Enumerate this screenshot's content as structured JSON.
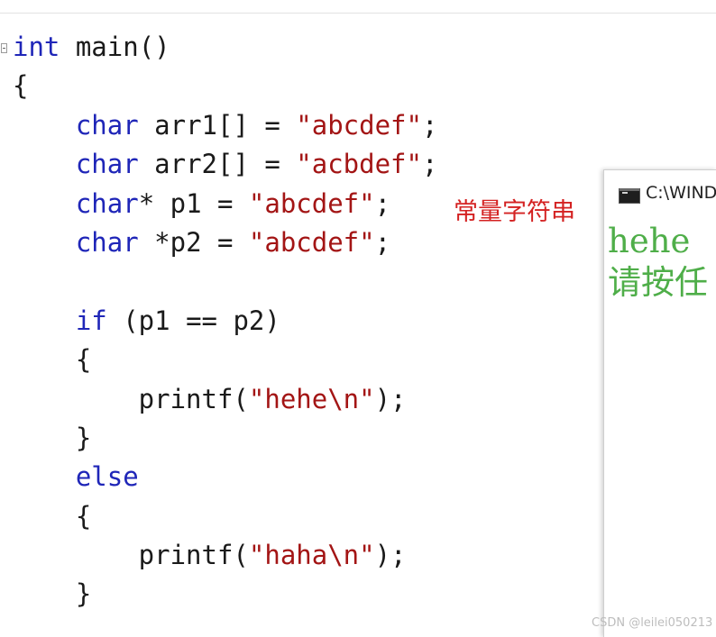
{
  "code": {
    "lines": [
      [
        {
          "t": "int",
          "c": "kw"
        },
        {
          "t": " main()",
          "c": ""
        }
      ],
      [
        {
          "t": "{",
          "c": ""
        }
      ],
      [
        {
          "t": "    ",
          "c": ""
        },
        {
          "t": "char",
          "c": "kw"
        },
        {
          "t": " arr1[] = ",
          "c": ""
        },
        {
          "t": "\"abcdef\"",
          "c": "str"
        },
        {
          "t": ";",
          "c": ""
        }
      ],
      [
        {
          "t": "    ",
          "c": ""
        },
        {
          "t": "char",
          "c": "kw"
        },
        {
          "t": " arr2[] = ",
          "c": ""
        },
        {
          "t": "\"acbdef\"",
          "c": "str"
        },
        {
          "t": ";",
          "c": ""
        }
      ],
      [
        {
          "t": "    ",
          "c": ""
        },
        {
          "t": "char",
          "c": "kw"
        },
        {
          "t": "* p1 = ",
          "c": ""
        },
        {
          "t": "\"abcdef\"",
          "c": "str"
        },
        {
          "t": ";",
          "c": ""
        }
      ],
      [
        {
          "t": "    ",
          "c": ""
        },
        {
          "t": "char",
          "c": "kw"
        },
        {
          "t": " *p2 = ",
          "c": ""
        },
        {
          "t": "\"abcdef\"",
          "c": "str"
        },
        {
          "t": ";",
          "c": ""
        }
      ],
      [
        {
          "t": "",
          "c": ""
        }
      ],
      [
        {
          "t": "    ",
          "c": ""
        },
        {
          "t": "if",
          "c": "kw"
        },
        {
          "t": " (p1 == p2)",
          "c": ""
        }
      ],
      [
        {
          "t": "    {",
          "c": ""
        }
      ],
      [
        {
          "t": "        printf(",
          "c": ""
        },
        {
          "t": "\"hehe\\n\"",
          "c": "str"
        },
        {
          "t": ");",
          "c": ""
        }
      ],
      [
        {
          "t": "    }",
          "c": ""
        }
      ],
      [
        {
          "t": "    ",
          "c": ""
        },
        {
          "t": "else",
          "c": "kw"
        }
      ],
      [
        {
          "t": "    {",
          "c": ""
        }
      ],
      [
        {
          "t": "        printf(",
          "c": ""
        },
        {
          "t": "\"haha\\n\"",
          "c": "str"
        },
        {
          "t": ");",
          "c": ""
        }
      ],
      [
        {
          "t": "    }",
          "c": ""
        }
      ]
    ]
  },
  "annotation": "常量字符串",
  "console": {
    "title": "C:\\WIND",
    "output": [
      "hehe",
      "请按任"
    ]
  },
  "watermark": "CSDN @leilei050213",
  "colors": {
    "keyword": "#1f26b8",
    "string": "#a31515",
    "annotation": "#d42222",
    "console_text": "#4fae49"
  }
}
